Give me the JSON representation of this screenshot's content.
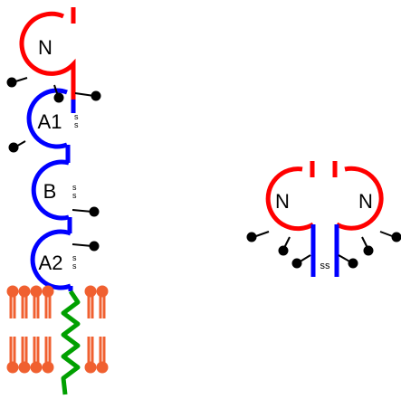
{
  "colors": {
    "red": "#ff0000",
    "blue": "#0000ff",
    "green": "#00a000",
    "lipid": "#f06030",
    "black": "#000000",
    "background": "#ffffff"
  },
  "monomer": {
    "domains": [
      {
        "id": "n",
        "label": "N",
        "color": "red",
        "disulfide": ""
      },
      {
        "id": "a1",
        "label": "A1",
        "color": "blue",
        "disulfide": "s s"
      },
      {
        "id": "b",
        "label": "B",
        "color": "blue",
        "disulfide": "s s"
      },
      {
        "id": "a2",
        "label": "A2",
        "color": "blue",
        "disulfide": "s s"
      }
    ],
    "transmembrane_color": "green",
    "membrane_color": "lipid"
  },
  "dimer": {
    "left_label": "N",
    "right_label": "N",
    "disulfide": "ss",
    "color_domain": "red",
    "color_stalk": "blue"
  }
}
